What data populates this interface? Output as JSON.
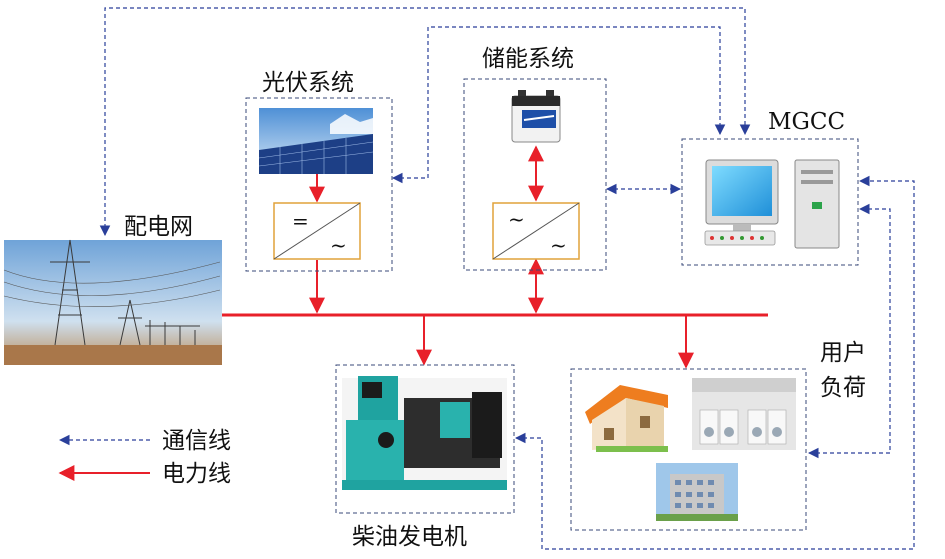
{
  "labels": {
    "pv": "光伏系统",
    "storage": "储能系统",
    "mgcc": "MGCC",
    "grid": "配电网",
    "load_line1": "用户",
    "load_line2": "负荷",
    "diesel": "柴油发电机",
    "dc_symbol": "=",
    "ac_symbol": "~"
  },
  "legend": {
    "comm": "通信线",
    "power": "电力线"
  },
  "colors": {
    "power_line": "#e8202a",
    "comm_line": "#2a3f9a",
    "converter_border": "#e0a23a",
    "box_border": "#3a4a7a"
  }
}
